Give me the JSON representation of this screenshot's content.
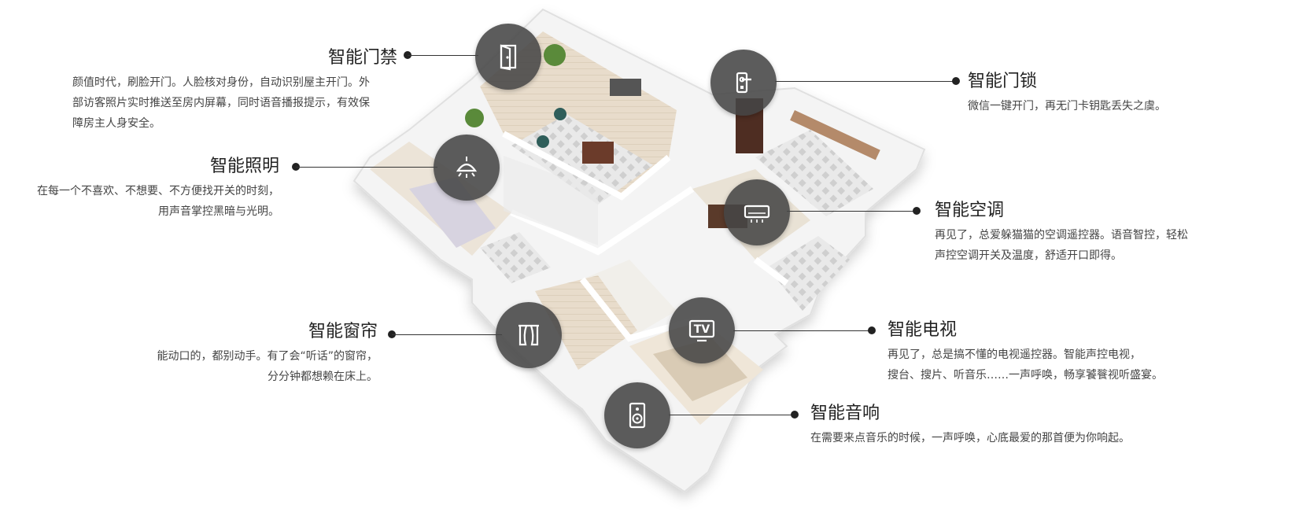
{
  "features": {
    "door_access": {
      "title": "智能门禁",
      "desc": [
        "颜值时代，刷脸开门。人脸核对身份，自动识别屋主开门。外",
        "部访客照片实时推送至房内屏幕，同时语音播报提示，有效保",
        "障房主人身安全。"
      ],
      "icon": "door-icon"
    },
    "lighting": {
      "title": "智能照明",
      "desc": [
        "在每一个不喜欢、不想要、不方便找开关的时刻，",
        "用声音掌控黑暗与光明。"
      ],
      "icon": "ceiling-lamp-icon"
    },
    "curtain": {
      "title": "智能窗帘",
      "desc": [
        "能动口的，都别动手。有了会“听话”的窗帘，",
        "分分钟都想赖在床上。"
      ],
      "icon": "curtain-icon"
    },
    "door_lock": {
      "title": "智能门锁",
      "desc": [
        "微信一键开门，再无门卡钥匙丢失之虞。"
      ],
      "icon": "door-handle-icon"
    },
    "air_conditioner": {
      "title": "智能空调",
      "desc": [
        "再见了，总爱躲猫猫的空调遥控器。语音智控，轻松",
        "声控空调开关及温度，舒适开口即得。"
      ],
      "icon": "air-conditioner-icon"
    },
    "tv": {
      "title": "智能电视",
      "desc": [
        "再见了，总是搞不懂的电视遥控器。智能声控电视，",
        "搜台、搜片、听音乐……一声呼唤，畅享饕餮视听盛宴。"
      ],
      "icon": "tv-icon",
      "icon_text": "TV"
    },
    "speaker": {
      "title": "智能音响",
      "desc": [
        "在需要来点音乐的时候，一声呼唤，心底最爱的那首便为你响起。"
      ],
      "icon": "speaker-icon"
    }
  },
  "colors": {
    "badge": "#464646",
    "line": "#333333",
    "floor": "#efe9df",
    "wall": "#f7f7f7"
  }
}
